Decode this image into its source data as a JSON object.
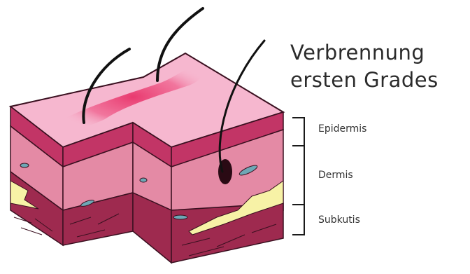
{
  "title": {
    "line1": "Verbrennung",
    "line2": "ersten Grades"
  },
  "layers": [
    {
      "label": "Epidermis"
    },
    {
      "label": "Dermis"
    },
    {
      "label": "Subkutis"
    }
  ],
  "colors": {
    "skin_top": "#f6b7cf",
    "burn_area": "#e8336a",
    "epidermis": "#c23566",
    "dermis": "#e48aa5",
    "subcutis": "#9e2a4f",
    "fat": "#f7f2a6",
    "outline": "#3a1020",
    "bracket": "#1a1a1a"
  }
}
